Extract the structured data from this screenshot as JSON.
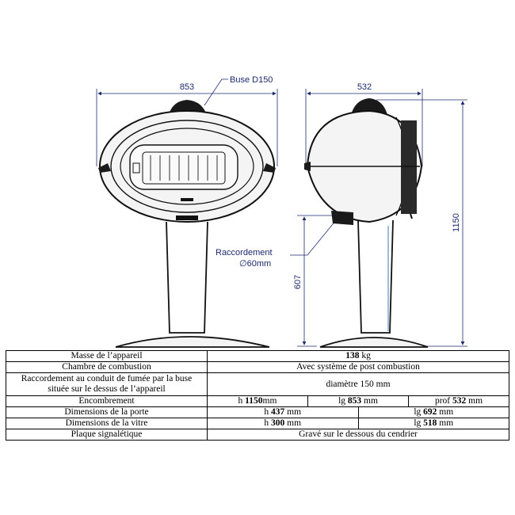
{
  "drawing": {
    "front": {
      "width_label": "853",
      "flue_label": "Buse D150"
    },
    "side": {
      "depth_label": "532",
      "height_label": "1150",
      "connection_height_label": "607",
      "connection_label_line1": "Raccordement",
      "connection_label_line2": "∅60mm"
    }
  },
  "table": {
    "rows": [
      {
        "label": "Masse de l’appareil",
        "value_bold": "138",
        "value_unit": " kg"
      },
      {
        "label": "Chambre de combustion",
        "value": "Avec système de post combustion"
      },
      {
        "label_line1": "Raccordement au conduit de fumée par la buse",
        "label_line2": "située sur le dessus de l’appareil",
        "value": "diamètre 150  mm"
      },
      {
        "label": "Encombrement",
        "cells": [
          {
            "prefix": "h  ",
            "bold": "1150",
            "suffix": "mm"
          },
          {
            "prefix": "lg ",
            "bold": "853",
            "suffix": " mm"
          },
          {
            "prefix": "prof ",
            "bold": "532",
            "suffix": " mm"
          }
        ]
      },
      {
        "label": "Dimensions de la porte",
        "cells": [
          {
            "prefix": "h ",
            "bold": "437",
            "suffix": " mm"
          },
          {
            "prefix": "lg ",
            "bold": "692",
            "suffix": " mm"
          }
        ]
      },
      {
        "label": "Dimensions de la vitre",
        "cells": [
          {
            "prefix": "h ",
            "bold": "300",
            "suffix": " mm"
          },
          {
            "prefix": "lg ",
            "bold": "518",
            "suffix": "  mm"
          }
        ]
      },
      {
        "label": "Plaque signalétique",
        "value": "Gravé sur le dessous du cendrier"
      }
    ]
  }
}
